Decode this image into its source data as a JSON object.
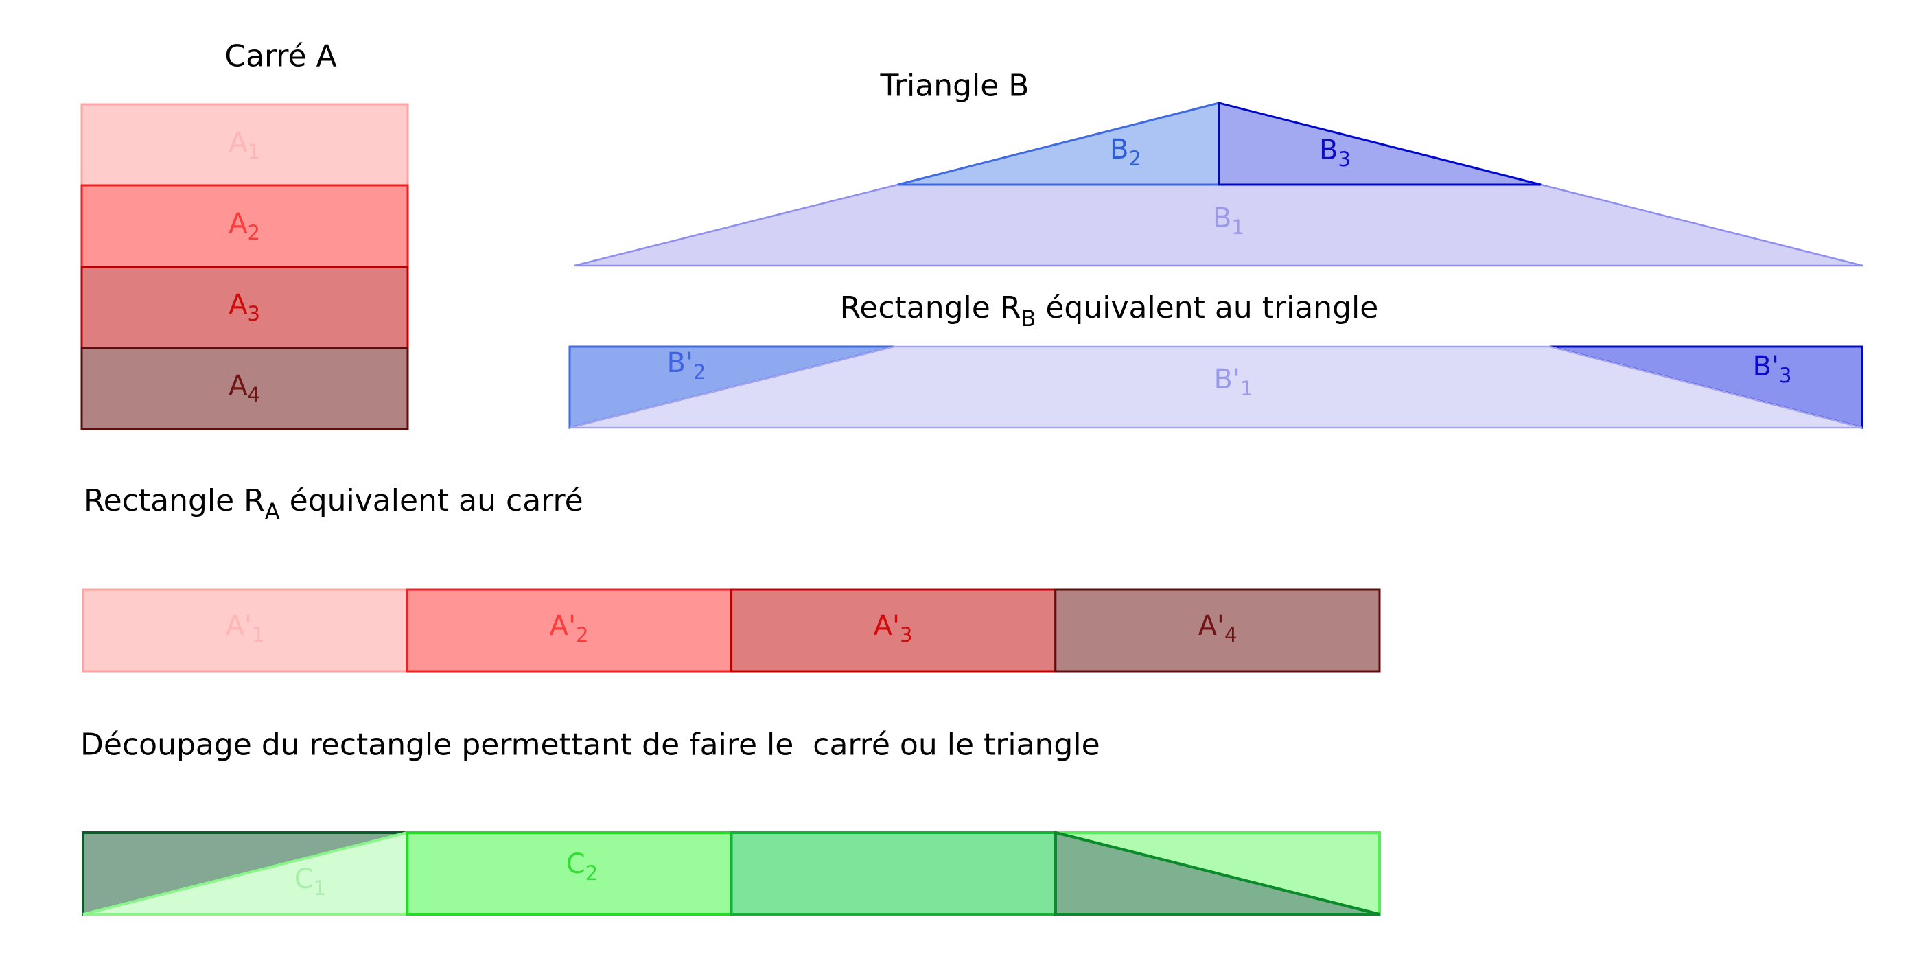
{
  "square": {
    "title": "Carré A",
    "strips": [
      {
        "label": "A",
        "sub": "1",
        "fill": "#ffcccc",
        "stroke": "#ffa3a3",
        "label_color": "#ffb5b5"
      },
      {
        "label": "A",
        "sub": "2",
        "fill": "#ff9595",
        "stroke": "#ee2222",
        "label_color": "#fa3c3c"
      },
      {
        "label": "A",
        "sub": "3",
        "fill": "#df7e7e",
        "stroke": "#c00000",
        "label_color": "#cf0b0b"
      },
      {
        "label": "A",
        "sub": "4",
        "fill": "#b28383",
        "stroke": "#5c0d0d",
        "label_color": "#701414"
      }
    ]
  },
  "triangle": {
    "title": "Triangle B",
    "pieces": {
      "b1": {
        "label": "B",
        "sub": "1",
        "fill": "#d3d2f6",
        "stroke": "#8e8ef0",
        "label_color": "#9a9ae6"
      },
      "b2": {
        "label": "B",
        "sub": "2",
        "fill": "#abc4f4",
        "stroke": "#3e6ae3",
        "label_color": "#2e5ed6"
      },
      "b3": {
        "label": "B",
        "sub": "3",
        "fill": "#a3a9f0",
        "stroke": "#0008cc",
        "label_color": "#0b0bc8"
      }
    }
  },
  "rect_b": {
    "title_pre": "Rectangle R",
    "title_sub": "B",
    "title_post": " équivalent au triangle",
    "pieces": {
      "b1p": {
        "label": "B'",
        "sub": "1",
        "fill": "#dcdcf8",
        "stroke": "#a3a3ee",
        "label_color": "#9a9aee"
      },
      "b2p": {
        "label": "B'",
        "sub": "2",
        "fill": "#8fa9f1",
        "stroke": "#3e6ae3",
        "label_color": "#3e62e8"
      },
      "b3p": {
        "label": "B'",
        "sub": "3",
        "fill": "#8a93ef",
        "stroke": "#0008cc",
        "label_color": "#0b0bc8"
      }
    }
  },
  "rect_a": {
    "title_pre": "Rectangle R",
    "title_sub": "A",
    "title_post": " équivalent au carré",
    "segments": [
      {
        "label": "A'",
        "sub": "1",
        "fill": "#ffcccc",
        "stroke": "#ffa3a3",
        "label_color": "#ffb5b5"
      },
      {
        "label": "A'",
        "sub": "2",
        "fill": "#ff9595",
        "stroke": "#ee2222",
        "label_color": "#fa3c3c"
      },
      {
        "label": "A'",
        "sub": "3",
        "fill": "#df7e7e",
        "stroke": "#c00000",
        "label_color": "#cf0b0b"
      },
      {
        "label": "A'",
        "sub": "4",
        "fill": "#b28383",
        "stroke": "#5c0d0d",
        "label_color": "#701414"
      }
    ]
  },
  "decoupage": {
    "caption": "Découpage du rectangle permettant de faire le  carré ou le triangle",
    "pieces": {
      "c1_dark": {
        "fill": "#84a893",
        "stroke": "#0b5b2b"
      },
      "c1_light": {
        "label": "C",
        "sub": "1",
        "fill": "#d2fdd2",
        "stroke": "#8bf58b",
        "label_color": "#a8f0a8"
      },
      "c2": {
        "label": "C",
        "sub": "2",
        "fill": "#99fb99",
        "stroke": "#22dd22",
        "label_color": "#33dd33"
      },
      "c3": {
        "fill": "#7ee49a",
        "stroke": "#12b234"
      },
      "c4_light": {
        "fill": "#affcb0",
        "stroke": "#55ee55"
      },
      "c4_dark": {
        "fill": "#7eb18f",
        "stroke": "#0a8a2b"
      }
    }
  }
}
